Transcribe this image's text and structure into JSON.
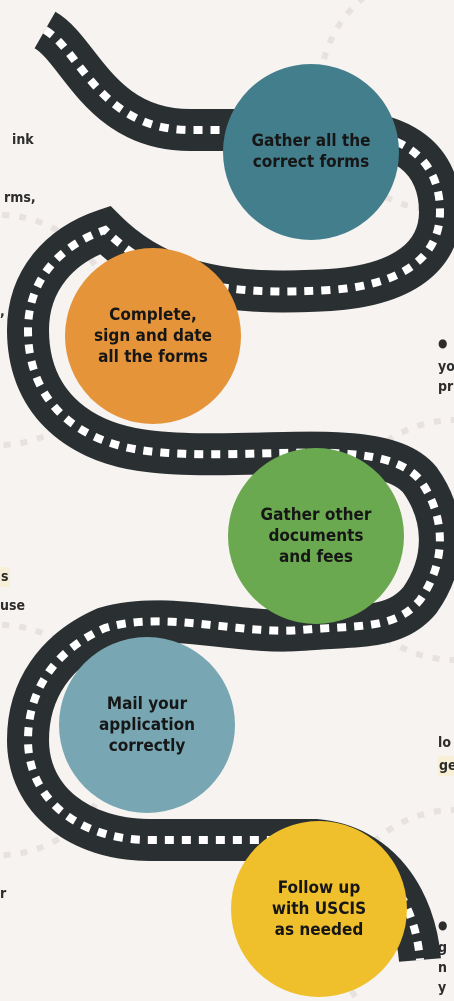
{
  "colors": {
    "road": "#2a2f31",
    "dash": "#ffffff",
    "dots": "#e7e2df",
    "background": "#f6f3f1"
  },
  "steps": [
    {
      "label": "Gather all the\ncorrect forms",
      "color": "#437e8c"
    },
    {
      "label": "Complete,\nsign and date\nall the forms",
      "color": "#e6943a"
    },
    {
      "label": "Gather other\ndocuments\nand fees",
      "color": "#6aa94f"
    },
    {
      "label": "Mail your\napplication\ncorrectly",
      "color": "#78a7b3"
    },
    {
      "label": "Follow up\nwith USCIS\nas needed",
      "color": "#f0c02c"
    }
  ],
  "side_text": {
    "left": [
      {
        "text": "ink"
      },
      {
        "text": "rms,"
      },
      {
        "text": ","
      },
      {
        "text": "s",
        "highlight": true
      },
      {
        "text": "use"
      },
      {
        "text": "r"
      }
    ],
    "right": [
      {
        "text": "●"
      },
      {
        "text": "yo"
      },
      {
        "text": "pr"
      },
      {
        "text": "lo"
      },
      {
        "text": "ge",
        "highlight": true
      },
      {
        "text": "●"
      },
      {
        "text": "g"
      },
      {
        "text": "n"
      },
      {
        "text": "y"
      }
    ]
  }
}
